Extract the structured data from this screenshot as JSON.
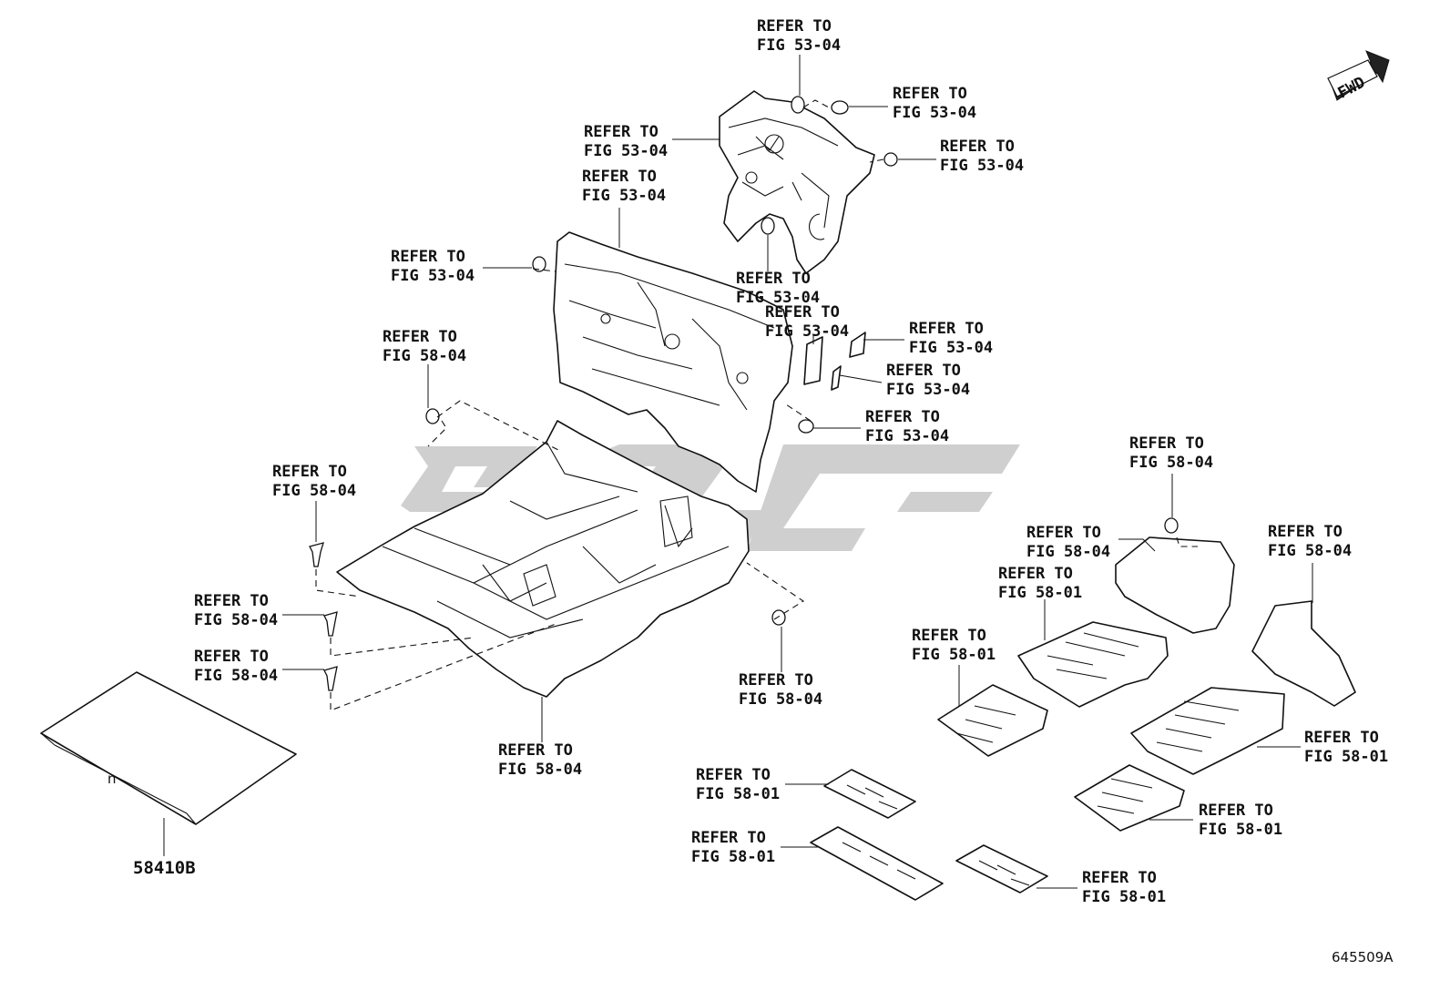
{
  "callout_line1": "REFER TO",
  "callouts": [
    {
      "id": "c01",
      "fig": "FIG 53-04"
    },
    {
      "id": "c02",
      "fig": "FIG 53-04"
    },
    {
      "id": "c03",
      "fig": "FIG 53-04"
    },
    {
      "id": "c04",
      "fig": "FIG 53-04"
    },
    {
      "id": "c05",
      "fig": "FIG 53-04"
    },
    {
      "id": "c06",
      "fig": "FIG 53-04"
    },
    {
      "id": "c07",
      "fig": "FIG 53-04"
    },
    {
      "id": "c08",
      "fig": "FIG 53-04"
    },
    {
      "id": "c09",
      "fig": "FIG 53-04"
    },
    {
      "id": "c10",
      "fig": "FIG 53-04"
    },
    {
      "id": "c11",
      "fig": "FIG 53-04"
    },
    {
      "id": "c12",
      "fig": "FIG 58-04"
    },
    {
      "id": "c13",
      "fig": "FIG 58-04"
    },
    {
      "id": "c14",
      "fig": "FIG 58-04"
    },
    {
      "id": "c15",
      "fig": "FIG 58-04"
    },
    {
      "id": "c16",
      "fig": "FIG 58-04"
    },
    {
      "id": "c17",
      "fig": "FIG 58-04"
    },
    {
      "id": "c18",
      "fig": "FIG 58-04"
    },
    {
      "id": "c19",
      "fig": "FIG 58-04"
    },
    {
      "id": "c20",
      "fig": "FIG 58-01"
    },
    {
      "id": "c21",
      "fig": "FIG 58-01"
    },
    {
      "id": "c22",
      "fig": "FIG 58-04"
    },
    {
      "id": "c23",
      "fig": "FIG 58-01"
    },
    {
      "id": "c24",
      "fig": "FIG 58-01"
    },
    {
      "id": "c25",
      "fig": "FIG 58-01"
    },
    {
      "id": "c26",
      "fig": "FIG 58-01"
    },
    {
      "id": "c27",
      "fig": "FIG 58-01"
    }
  ],
  "part_number": "58410B",
  "figure_id": "645509A",
  "direction_label": "FWD"
}
